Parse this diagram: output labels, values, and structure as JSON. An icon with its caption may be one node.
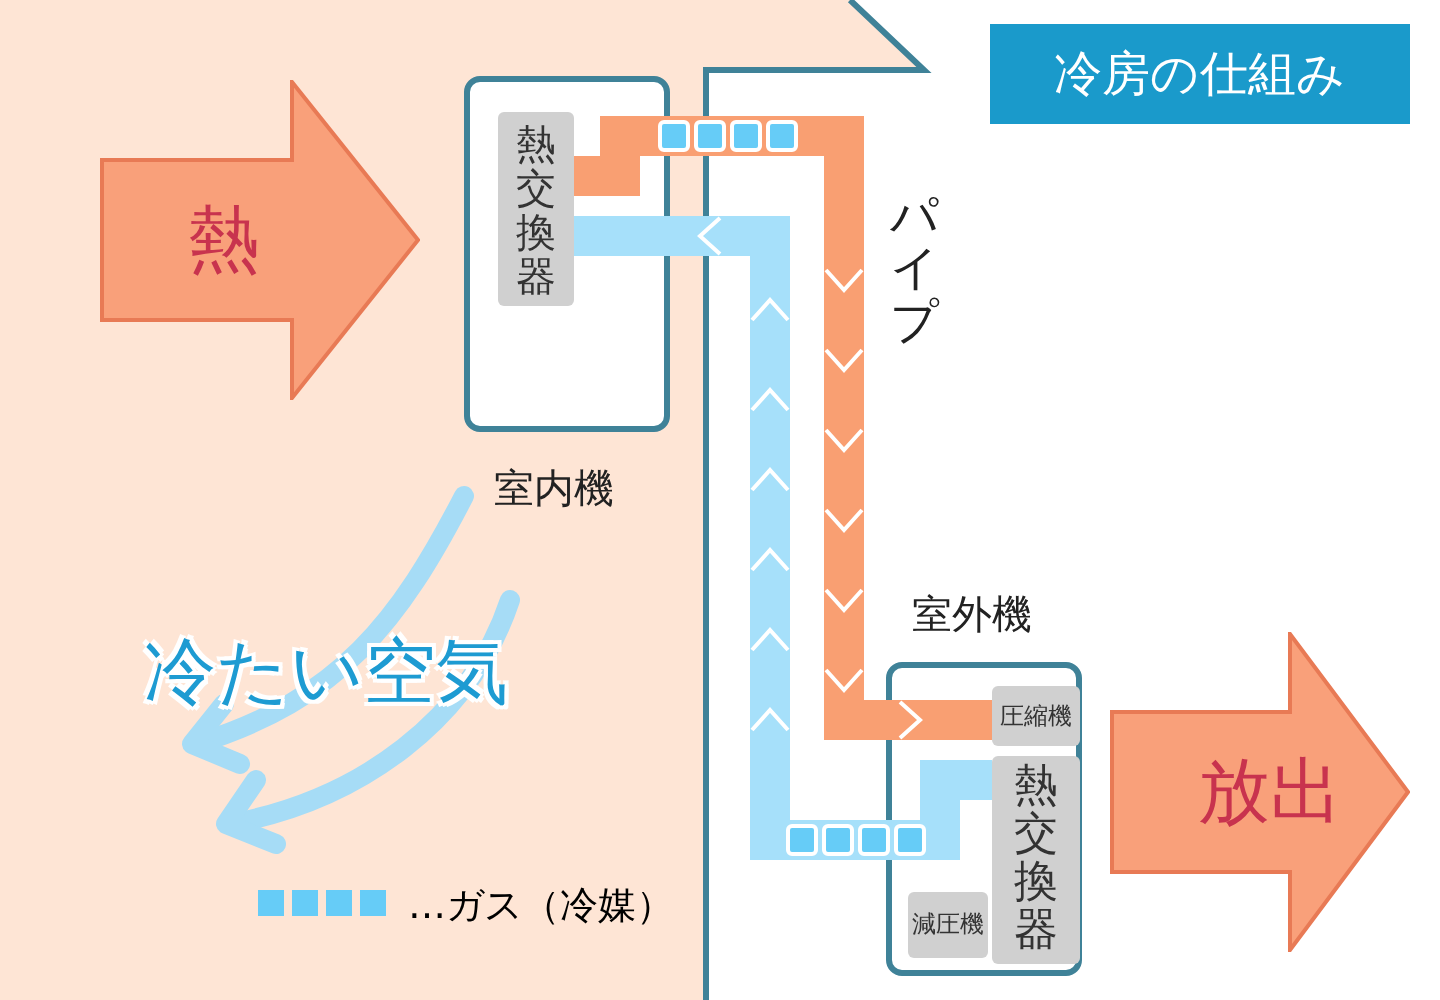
{
  "diagram": {
    "title": "冷房の仕組み",
    "nodes": [
      {
        "text": [
          "熱"
        ]
      },
      {
        "text": [
          "室内機"
        ]
      },
      {
        "text": [
          "熱交換器"
        ],
        "in": 1
      },
      {
        "text": [
          "室外機"
        ]
      },
      {
        "text": [
          "圧縮機"
        ],
        "in": 3
      },
      {
        "text": [
          "熱交換器"
        ],
        "in": 3
      },
      {
        "text": [
          "減圧機"
        ],
        "in": 3
      },
      {
        "text": [
          "放出"
        ]
      }
    ],
    "edges": [
      {
        "from": 2,
        "to": 4,
        "arrow": "to",
        "color": "#f99f72"
      },
      {
        "from": 5,
        "to": 2,
        "arrow": "to",
        "color": "#a6e0fa"
      }
    ],
    "labels": [
      "パイプ",
      "冷たい空気"
    ],
    "legend": [
      {
        "text": "…ガス（冷媒）"
      }
    ]
  }
}
